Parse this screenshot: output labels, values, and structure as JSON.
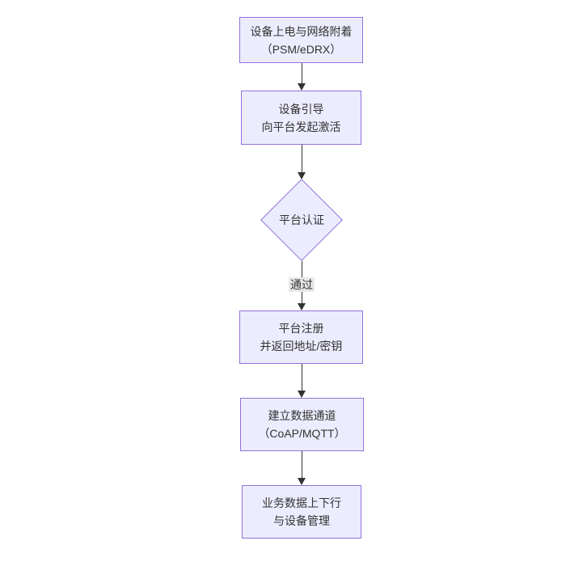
{
  "diagram": {
    "type": "flowchart",
    "direction": "top-down",
    "nodes": [
      {
        "id": "n1",
        "shape": "rect",
        "lines": [
          "设备上电与网络附着",
          "（PSM/eDRX）"
        ]
      },
      {
        "id": "n2",
        "shape": "rect",
        "lines": [
          "设备引导",
          "向平台发起激活"
        ]
      },
      {
        "id": "n3",
        "shape": "diamond",
        "lines": [
          "平台认证"
        ]
      },
      {
        "id": "n4",
        "shape": "rect",
        "lines": [
          "平台注册",
          "并返回地址/密钥"
        ]
      },
      {
        "id": "n5",
        "shape": "rect",
        "lines": [
          "建立数据通道",
          "（CoAP/MQTT）"
        ]
      },
      {
        "id": "n6",
        "shape": "rect",
        "lines": [
          "业务数据上下行",
          "与设备管理"
        ]
      }
    ],
    "edges": [
      {
        "from": "n1",
        "to": "n2",
        "label": ""
      },
      {
        "from": "n2",
        "to": "n3",
        "label": ""
      },
      {
        "from": "n3",
        "to": "n4",
        "label": "通过"
      },
      {
        "from": "n4",
        "to": "n5",
        "label": ""
      },
      {
        "from": "n5",
        "to": "n6",
        "label": ""
      }
    ],
    "colors": {
      "node_fill": "#ECECFF",
      "node_border": "#9370DB",
      "edge_line": "#333333",
      "edge_label_bg": "#e8e8e8",
      "text": "#333333",
      "background": "#ffffff"
    }
  }
}
